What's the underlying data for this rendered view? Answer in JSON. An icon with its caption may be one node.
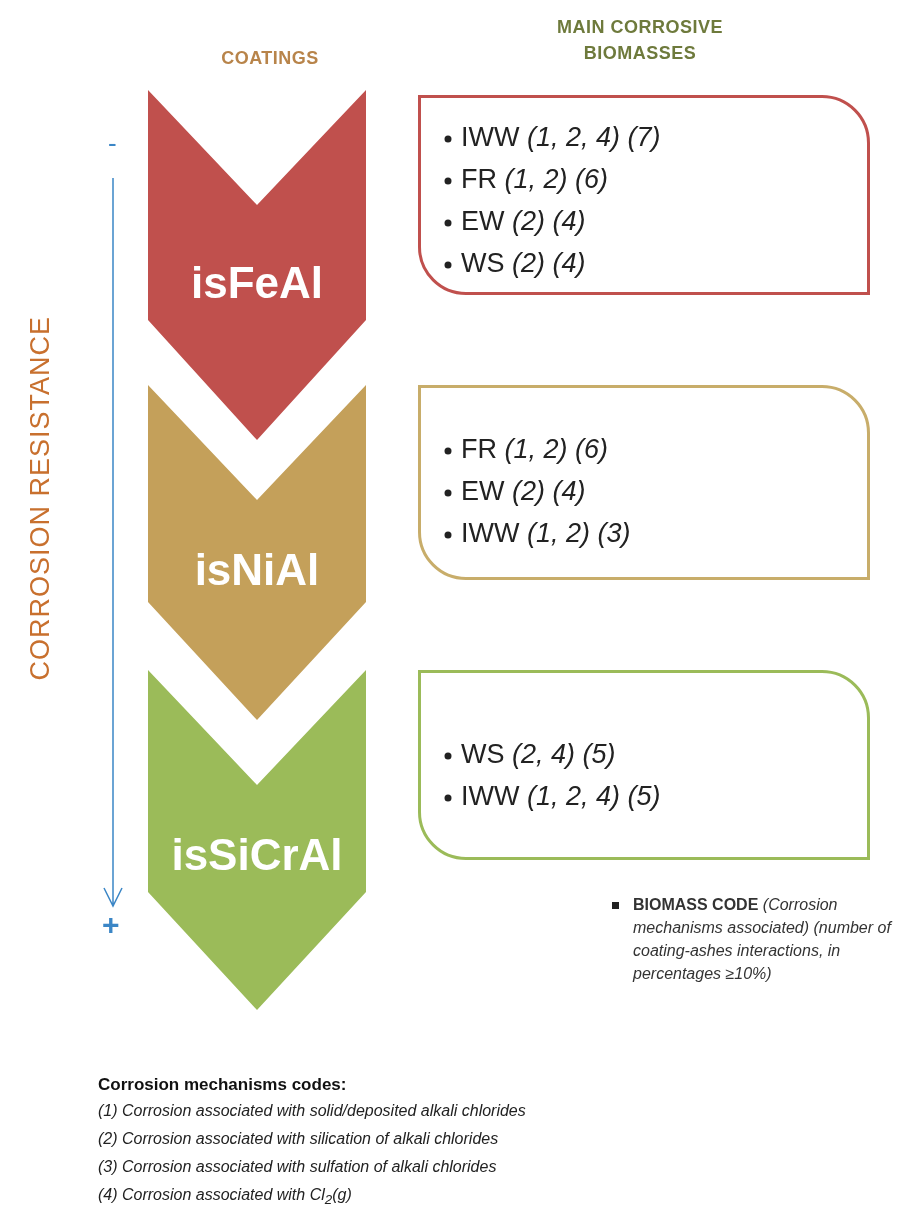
{
  "diagram": {
    "nodes": [
      {
        "text": [
          "isFeAl"
        ]
      },
      {
        "text": [
          "IWW *(1, 2, 4) (7)*",
          "FR *(1, 2) (6)*",
          "EW *(2) (4)*",
          "WS *(2) (4)*"
        ]
      },
      {
        "text": [
          "isNiAl"
        ]
      },
      {
        "text": [
          "FR *(1, 2) (6)*",
          "EW *(2) (4)*",
          "IWW *(1, 2) (3)*"
        ]
      },
      {
        "text": [
          "isSiCrAl"
        ]
      },
      {
        "text": [
          "WS *(2, 4) (5)*",
          "IWW *(1, 2, 4) (5)*"
        ]
      }
    ],
    "labels": [
      "MAIN CORROSIVE BIOMASSES",
      "COATINGS",
      "-",
      "CORROSION RESISTANCE",
      "+",
      "**BIOMASS CODE** *(Corrosion mechanisms associated) (number of coating-ashes interactions, in percentages ≥10%)*",
      "Corrosion mechanisms codes:",
      "(1) Corrosion associated with solid/deposited alkali chlorides",
      "(2) Corrosion associated with silication of alkali chlorides",
      "(3) Corrosion associated with sulfation of alkali chlorides",
      "(4) Corrosion associated with Cl$_{2}$(g)"
    ]
  }
}
